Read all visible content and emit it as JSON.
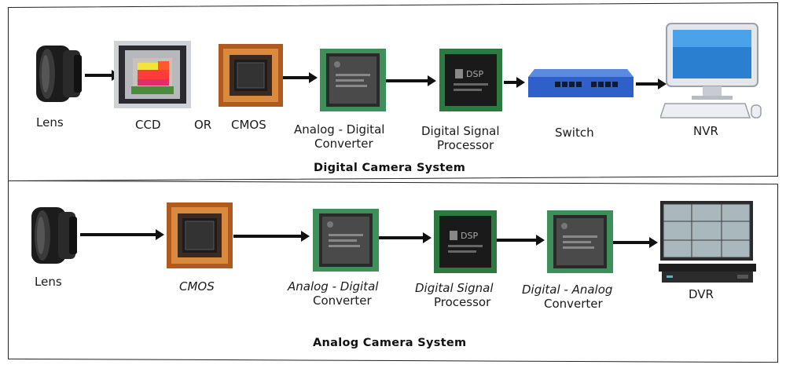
{
  "digital": {
    "title": "Digital Camera System",
    "labels": {
      "lens": "Lens",
      "ccd": "CCD",
      "or": "OR",
      "cmos": "CMOS",
      "adc_1": "Analog - Digital",
      "adc_2": "Converter",
      "dsp_1": "Digital Signal",
      "dsp_2": "Processor",
      "switch": "Switch",
      "nvr": "NVR"
    }
  },
  "analog": {
    "title": "Analog Camera System",
    "labels": {
      "lens": "Lens",
      "cmos": "CMOS",
      "adc_1": "Analog - Digital",
      "adc_2": "Converter",
      "dsp_1": "Digital Signal",
      "dsp_2": "Processor",
      "dac_1": "Digital - Analog",
      "dac_2": "Converter",
      "dvr": "DVR"
    }
  },
  "chip_text": {
    "dsp_mark": "DSP"
  }
}
